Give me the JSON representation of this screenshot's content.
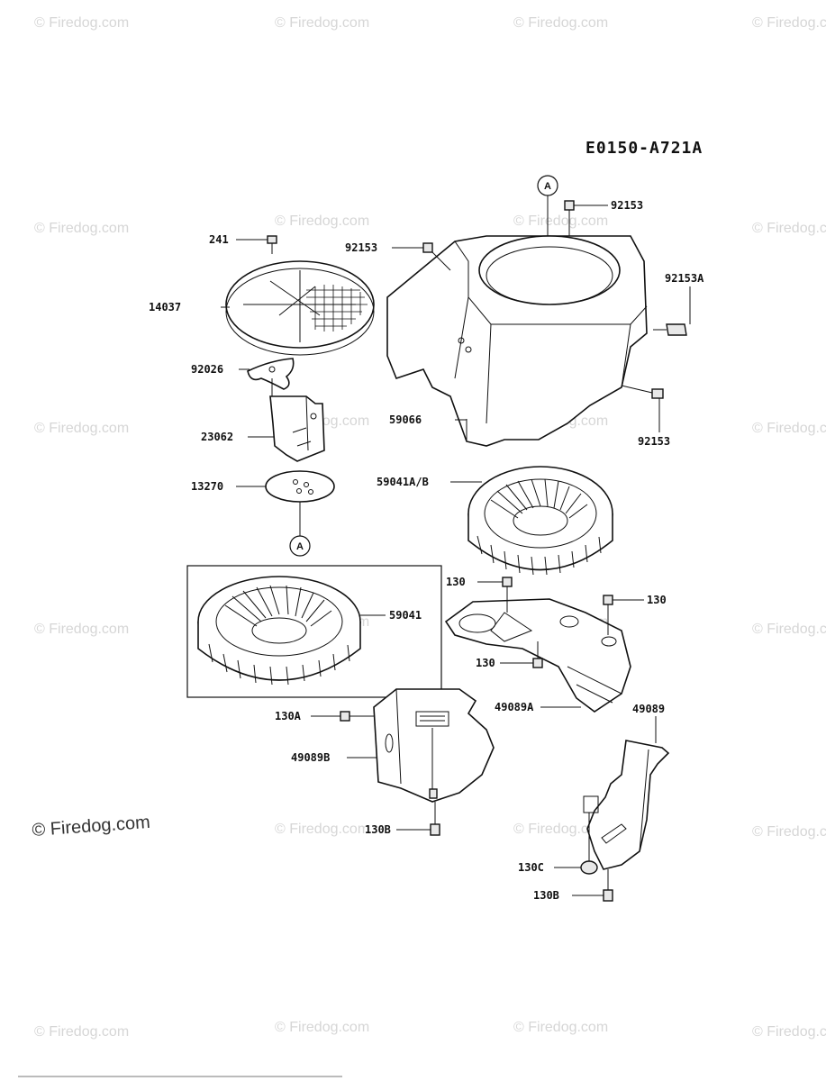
{
  "diagram_code": "E0150-A721A",
  "watermark": "© Firedog.com",
  "watermark_main": "© Firedog.com",
  "callout_a": "A",
  "parts": {
    "p241": "241",
    "p14037": "14037",
    "p92026": "92026",
    "p23062": "23062",
    "p13270": "13270",
    "p92153_top": "92153",
    "p92153_left": "92153",
    "p92153A": "92153A",
    "p92153_right": "92153",
    "p59066": "59066",
    "p59041AB": "59041A/B",
    "p59041": "59041",
    "p130_a": "130",
    "p130_b": "130",
    "p130_c": "130",
    "p49089A": "49089A",
    "p49089": "49089",
    "p130A": "130A",
    "p49089B": "49089B",
    "p130B_a": "130B",
    "p130C": "130C",
    "p130B_b": "130B"
  }
}
